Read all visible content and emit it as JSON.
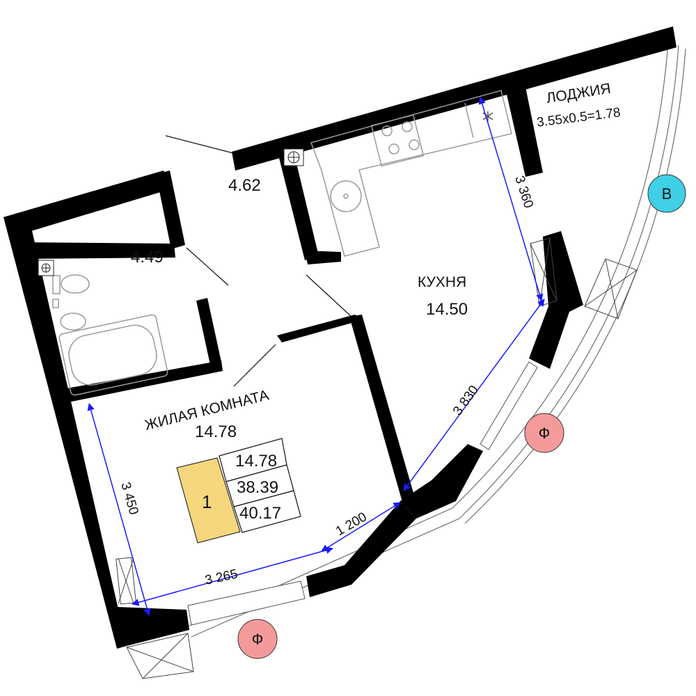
{
  "rooms": {
    "living": {
      "name": "ЖИЛАЯ КОМНАТА",
      "area": "14.78"
    },
    "kitchen": {
      "name": "КУХНЯ",
      "area": "14.50"
    },
    "loggia": {
      "name": "ЛОДЖИЯ",
      "formula": "3.55x0.5=1.78"
    },
    "hall": {
      "area": "4.62"
    },
    "bathroom": {
      "area": "4.49"
    }
  },
  "summary": {
    "rooms_count": "1",
    "living_area": "14.78",
    "total_area": "38.39",
    "total_with_loggia": "40.17",
    "badge_color": "#f6d77d"
  },
  "dimensions": {
    "living_height": "3 450",
    "living_width": "3 265",
    "bay_short": "1 200",
    "kitchen_diagonal": "3 830",
    "kitchen_height": "3 360"
  },
  "markers": [
    {
      "letter": "В",
      "color": "#3fd0e6"
    },
    {
      "letter": "Ф",
      "color": "#f59a9a"
    },
    {
      "letter": "Ф",
      "color": "#f59a9a"
    }
  ],
  "colors": {
    "wall": "#000000",
    "dimension_line": "#1a1aff",
    "fixture_line": "#9a9a9a"
  }
}
